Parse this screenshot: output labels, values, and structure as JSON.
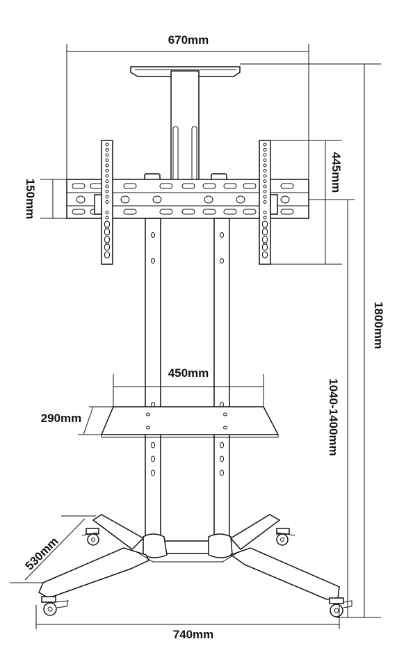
{
  "diagram": {
    "labels": {
      "top_width": "670mm",
      "bracket_height": "150mm",
      "arm_height": "445mm",
      "total_height": "1800mm",
      "shelf_width": "450mm",
      "shelf_depth": "290mm",
      "adjust_height": "1040-1400mm",
      "base_depth": "530mm",
      "base_width": "740mm"
    },
    "colors": {
      "line": "#111111",
      "background": "#ffffff"
    }
  }
}
